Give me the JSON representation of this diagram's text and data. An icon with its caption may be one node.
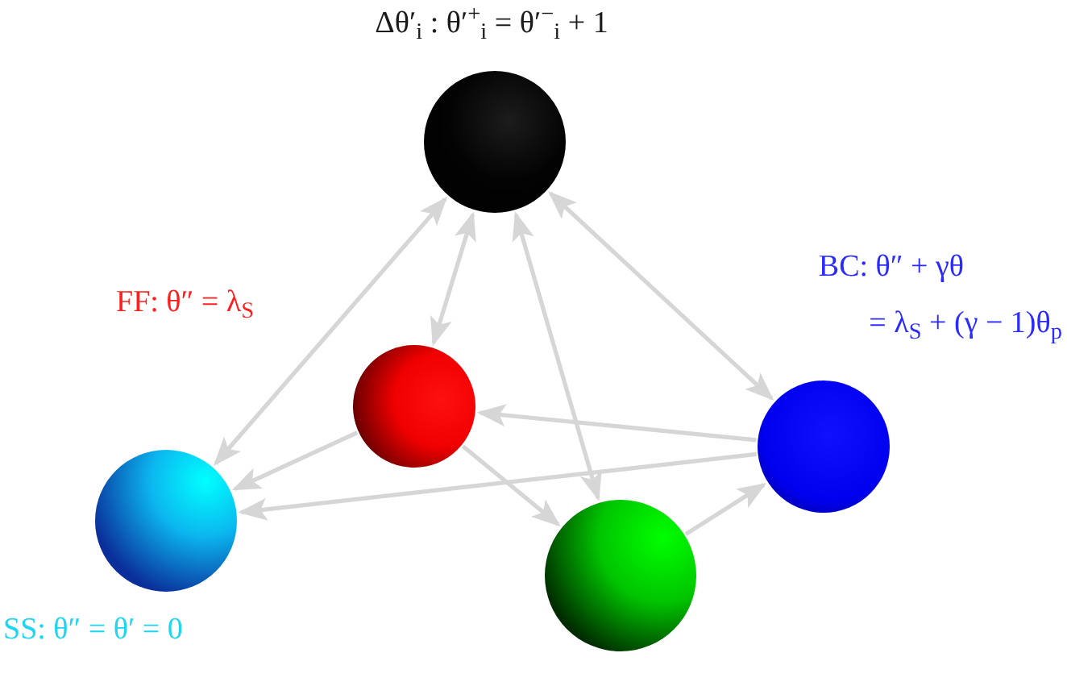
{
  "diagram": {
    "nodes": [
      {
        "text": [],
        "shape": "circle",
        "beside": [
          "Δθ′$_{i}$ : θ′$^{+}$$_{i}$ = θ′$^{−}$$_{i}$ + 1"
        ]
      },
      {
        "text": [],
        "shape": "circle",
        "beside": [
          "FF: θ″ = λ$_{S}$"
        ]
      },
      {
        "text": [],
        "shape": "circle",
        "beside": [
          "BC: θ″ + γθ",
          "= λ$_{S}$ + (γ − 1)θ$_{p}$"
        ]
      },
      {
        "text": [],
        "shape": "circle",
        "beside": [
          "SS: θ″ = θ′ = 0"
        ]
      },
      {
        "text": [],
        "shape": "circle"
      }
    ],
    "edges": [
      {
        "from": 0,
        "to": 3,
        "arrow": "both"
      },
      {
        "from": 0,
        "to": 1,
        "arrow": "both"
      },
      {
        "from": 0,
        "to": 4,
        "arrow": "both"
      },
      {
        "from": 0,
        "to": 2,
        "arrow": "both"
      },
      {
        "from": 1,
        "to": 3,
        "arrow": "to"
      },
      {
        "from": 1,
        "to": 4,
        "arrow": "to"
      },
      {
        "from": 2,
        "to": 1,
        "arrow": "to"
      },
      {
        "from": 2,
        "to": 3,
        "arrow": "to"
      },
      {
        "from": 4,
        "to": 2,
        "arrow": "to"
      }
    ]
  }
}
